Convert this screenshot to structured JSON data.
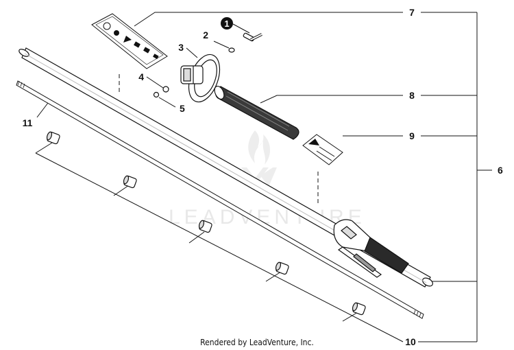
{
  "callouts": {
    "c1": "1",
    "c2": "2",
    "c3": "3",
    "c4": "4",
    "c5": "5",
    "c6": "6",
    "c7": "7",
    "c8": "8",
    "c9": "9",
    "c10": "10",
    "c11": "11"
  },
  "watermark": "LEADVENTURE",
  "footer": "Rendered by LeadVenture, Inc.",
  "colors": {
    "line": "#111111",
    "watermark": "#e8e8e8"
  }
}
